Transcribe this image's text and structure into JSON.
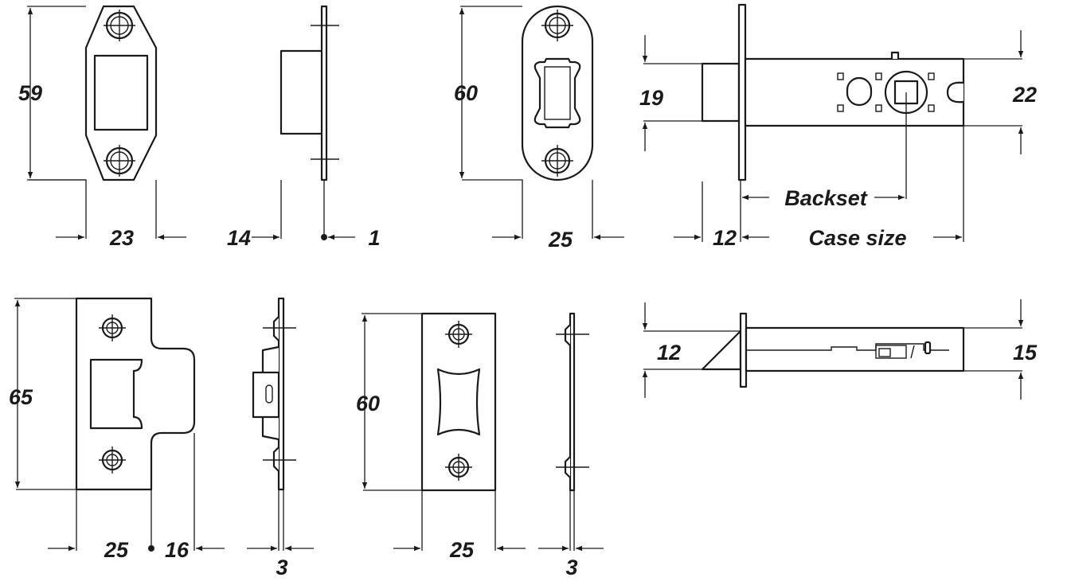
{
  "labels": {
    "d59": "59",
    "d23": "23",
    "d14": "14",
    "d1": "1",
    "d60_top": "60",
    "d25_top": "25",
    "d19": "19",
    "d12_top": "12",
    "backset": "Backset",
    "case_size": "Case size",
    "d22": "22",
    "d65": "65",
    "d25_bottom_left": "25",
    "d16": "16",
    "d3_left": "3",
    "d60_bottom": "60",
    "d25_bottom_mid": "25",
    "d3_right": "3",
    "d12_bottom": "12",
    "d15": "15"
  }
}
